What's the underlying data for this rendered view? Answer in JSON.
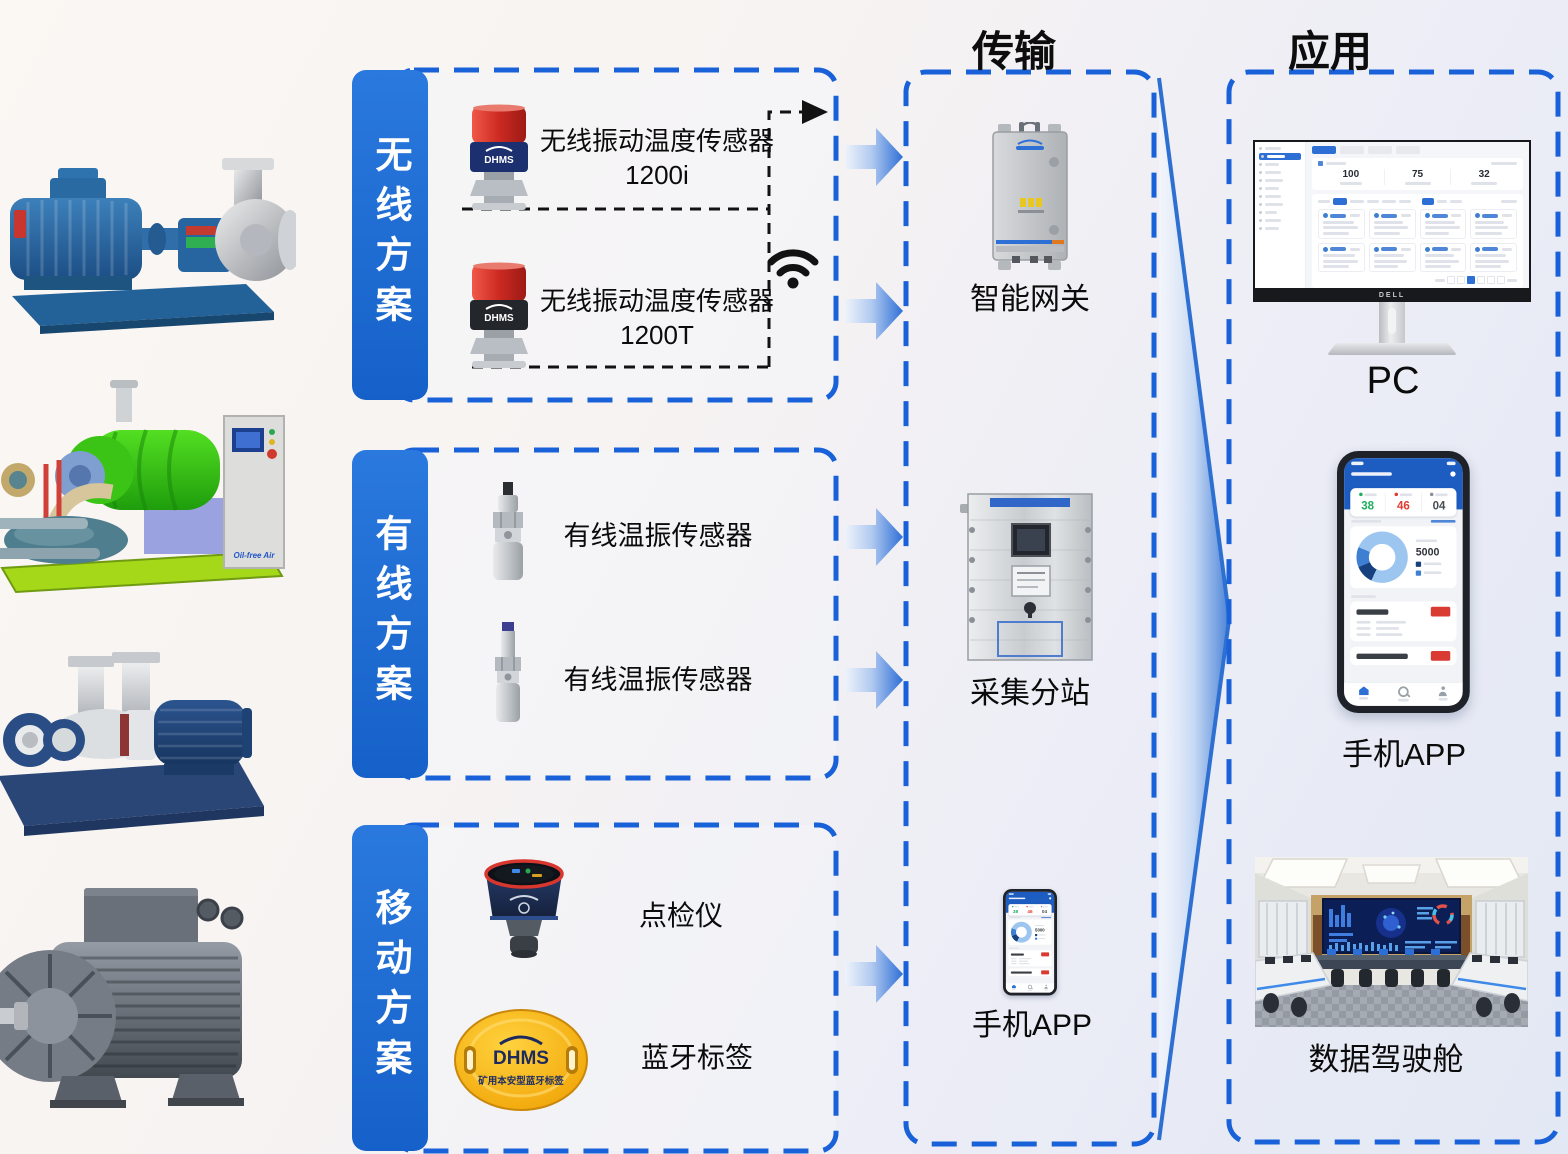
{
  "titles": {
    "transmission": "传输",
    "application": "应用"
  },
  "groups": [
    {
      "label": "无线方案",
      "items": [
        {
          "name": "无线振动温度传感器",
          "model": "1200i"
        },
        {
          "name": "无线振动温度传感器",
          "model": "1200T"
        }
      ]
    },
    {
      "label": "有线方案",
      "items": [
        {
          "name": "有线温振传感器"
        },
        {
          "name": "有线温振传感器"
        }
      ]
    },
    {
      "label": "移动方案",
      "items": [
        {
          "name": "点检仪"
        },
        {
          "name": "蓝牙标签"
        }
      ]
    }
  ],
  "transmission": {
    "gateway": "智能网关",
    "substation": "采集分站",
    "phone_app": "手机APP"
  },
  "application": {
    "pc": "PC",
    "phone_app": "手机APP",
    "cockpit": "数据驾驶舱"
  },
  "devices": {
    "sensor_logo": "DHMS",
    "tag_logo": "DHMS",
    "tag_subtitle": "矿用本安型蓝牙标签",
    "monitor_brand": "DELL",
    "cabinet_text": "Oil-free Air"
  },
  "pc_screen": {
    "stats": [
      {
        "value": "100"
      },
      {
        "value": "75"
      },
      {
        "value": "32"
      }
    ]
  },
  "phone_screen": {
    "stats": [
      {
        "value": "38"
      },
      {
        "value": "46"
      },
      {
        "value": "04"
      }
    ],
    "donut_value": "5000"
  },
  "icons": {
    "wifi": "wifi-icon",
    "flow_arrow": "flow-arrow-icon",
    "dashed_arrow": "arrow-right-icon"
  },
  "colors": {
    "accent_blue": "#1961d9",
    "bar_blue": "#1e6ed8",
    "arrow_blue": "#2e6fd6",
    "alert_red": "#e03b30",
    "ok_green": "#1fae5e"
  }
}
